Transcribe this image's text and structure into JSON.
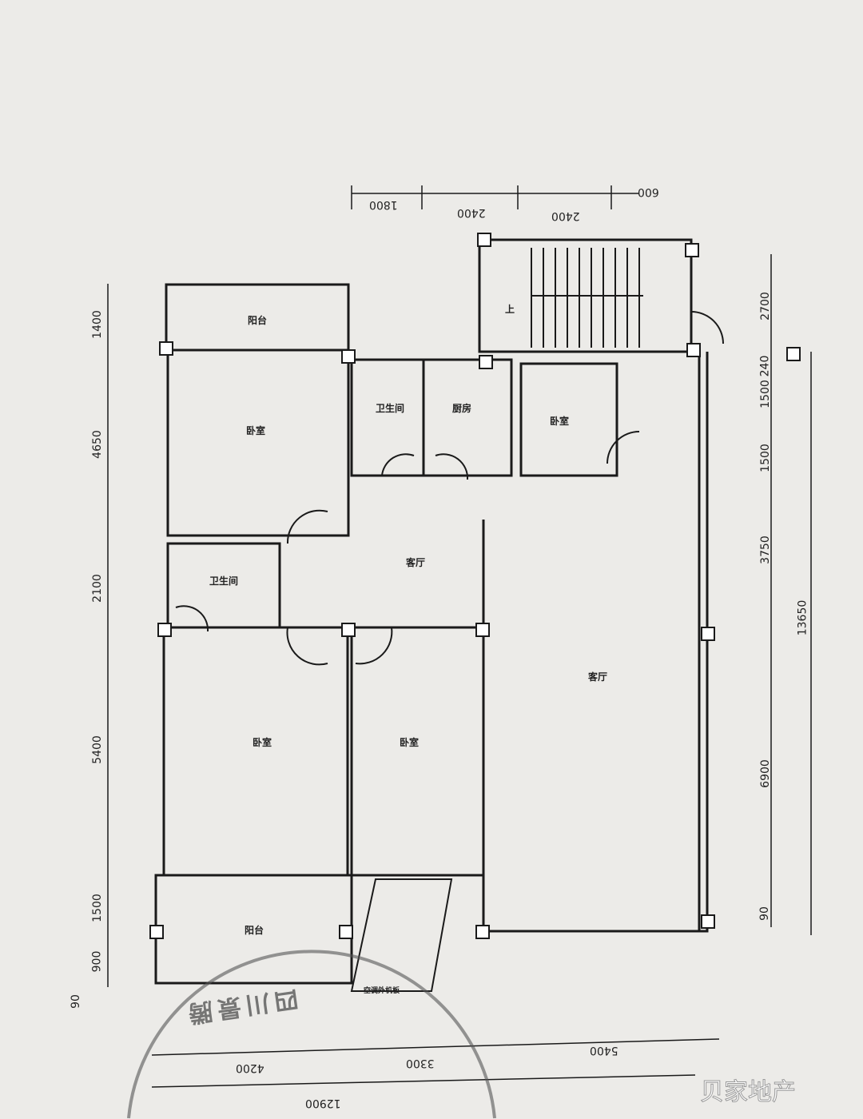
{
  "rooms": {
    "balcony_top": "阳台",
    "bedroom_nw": "卧室",
    "bath_north": "卫生间",
    "kitchen": "厨房",
    "bedroom_ne": "卧室",
    "living_center": "客厅",
    "bath_west": "卫生间",
    "bedroom_sw": "卧室",
    "bedroom_s": "卧室",
    "living_east": "客厅",
    "balcony_bottom": "阳台",
    "ac_platform": "空调外机板",
    "stair_up": "上"
  },
  "dimensions": {
    "top": [
      "1800",
      "2400",
      "2400",
      "600"
    ],
    "left": [
      "1400",
      "4650",
      "2100",
      "5400",
      "1500",
      "900",
      "90"
    ],
    "right": [
      "2700",
      "240",
      "1500",
      "1500",
      "3750",
      "6900",
      "90"
    ],
    "right_total": "13650",
    "bottom": [
      "4200",
      "3300",
      "5400"
    ],
    "bottom_total": "12900"
  },
  "stamp_text": "四川景腾",
  "watermark": "贝家地产"
}
